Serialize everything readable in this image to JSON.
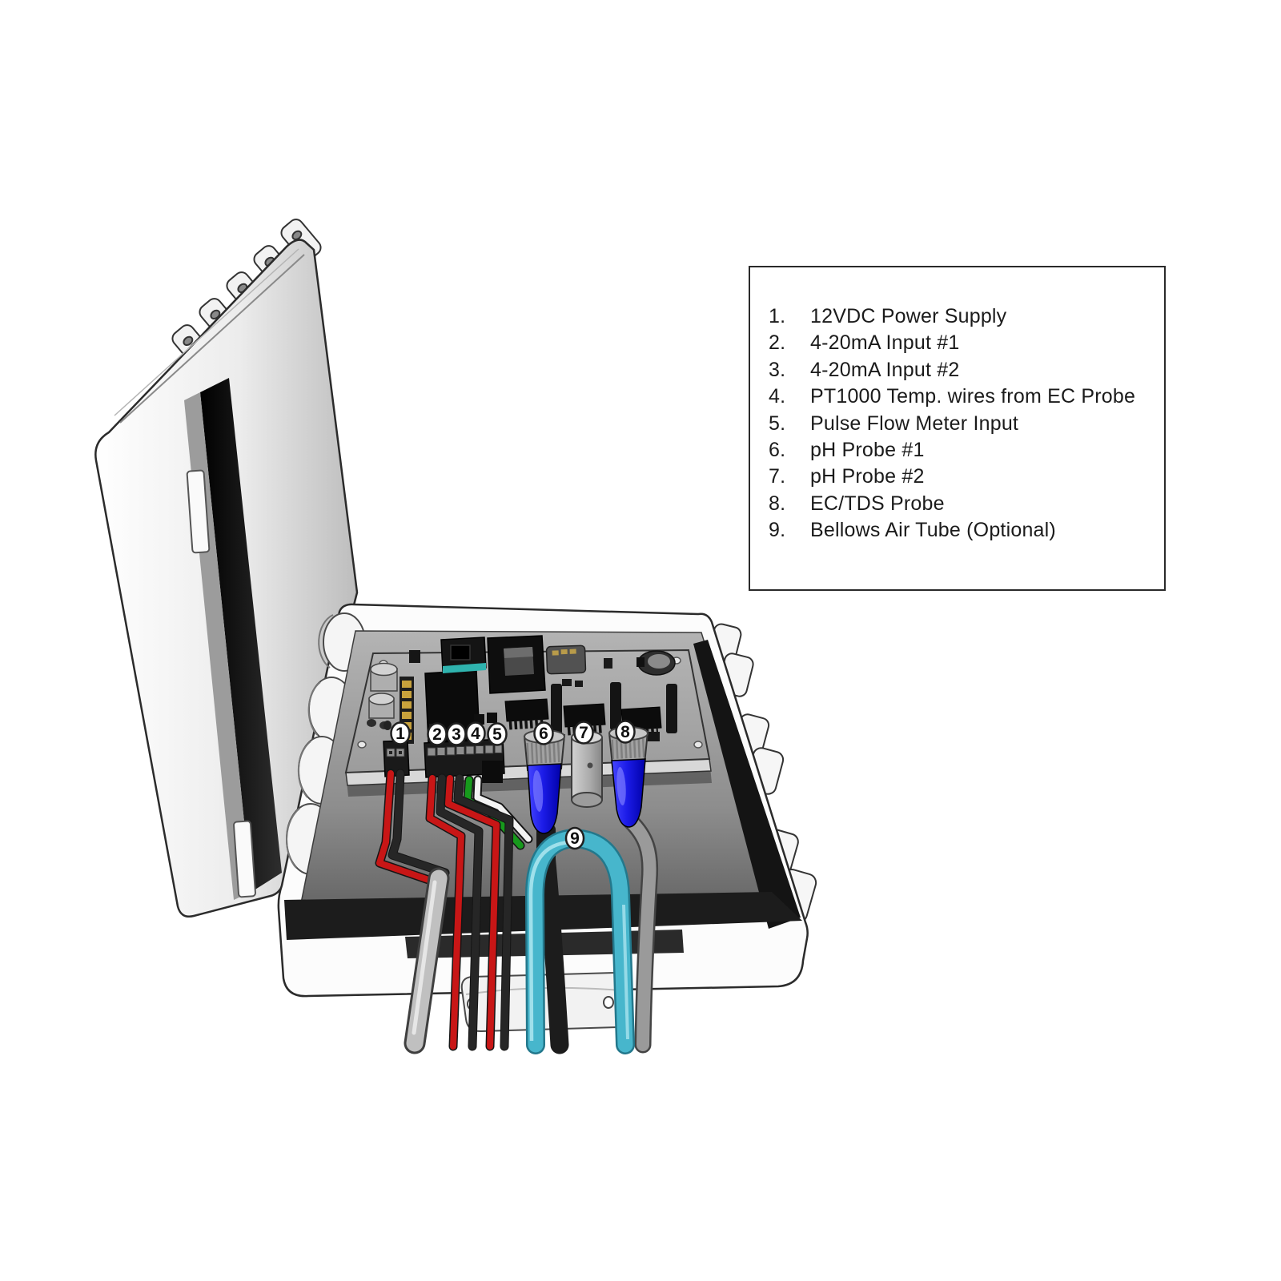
{
  "legend": {
    "items": [
      {
        "num": "1.",
        "label": "12VDC Power Supply"
      },
      {
        "num": "2.",
        "label": "4-20mA Input #1"
      },
      {
        "num": "3.",
        "label": "4-20mA Input #2"
      },
      {
        "num": "4.",
        "label": "PT1000 Temp. wires from EC Probe"
      },
      {
        "num": "5.",
        "label": "Pulse Flow Meter Input"
      },
      {
        "num": "6.",
        "label": "pH Probe #1"
      },
      {
        "num": "7.",
        "label": "pH Probe #2"
      },
      {
        "num": "8.",
        "label": "EC/TDS Probe"
      },
      {
        "num": "9.",
        "label": "Bellows Air Tube (Optional)"
      }
    ]
  },
  "callouts": [
    "1",
    "2",
    "3",
    "4",
    "5",
    "6",
    "7",
    "8",
    "9"
  ],
  "colors": {
    "outline": "#2b2b2b",
    "wire_red": "#c81616",
    "wire_black": "#262626",
    "wire_green": "#17991c",
    "wire_white": "#f2f2f2",
    "tube_cyan": "#47b6cc",
    "connector_blue": "#1c1ce8",
    "cable_gray": "#9a9a9a",
    "board_gray": "#a8a8a8",
    "case_white": "#fcfcfc"
  }
}
